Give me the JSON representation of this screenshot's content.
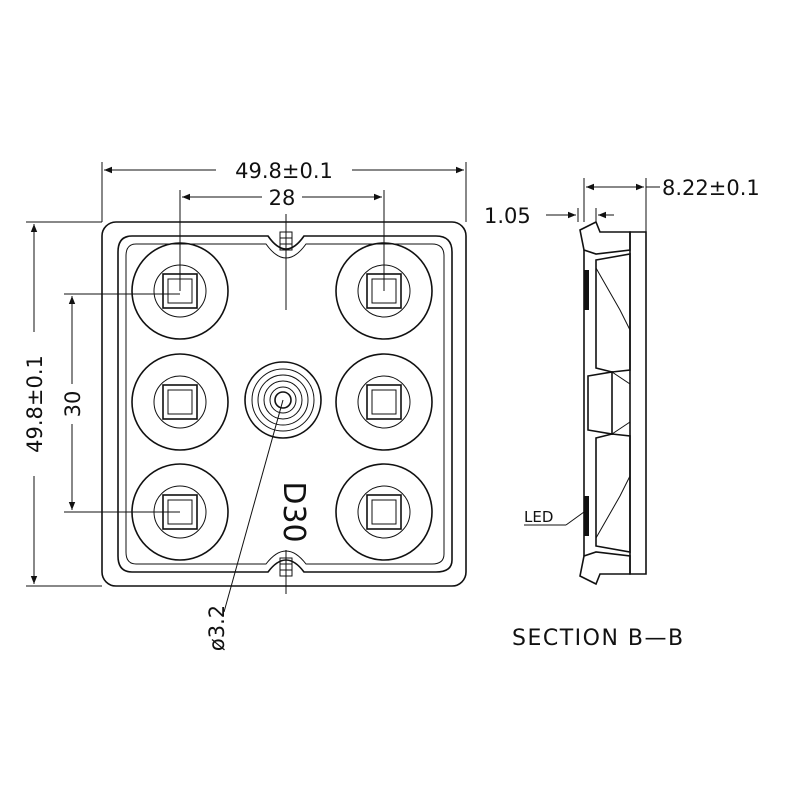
{
  "front_view": {
    "width_dim": "49.8±0.1",
    "height_dim": "49.8±0.1",
    "hole_pitch_x": "28",
    "hole_pitch_y": "30",
    "center_hole_dim": "ø3.2",
    "marking": "D30"
  },
  "section_view": {
    "thickness_dim": "8.22±0.1",
    "flange_dim": "1.05",
    "led_label": "LED",
    "title": "SECTION B—B"
  },
  "colors": {
    "line": "#111111",
    "background": "#ffffff"
  }
}
